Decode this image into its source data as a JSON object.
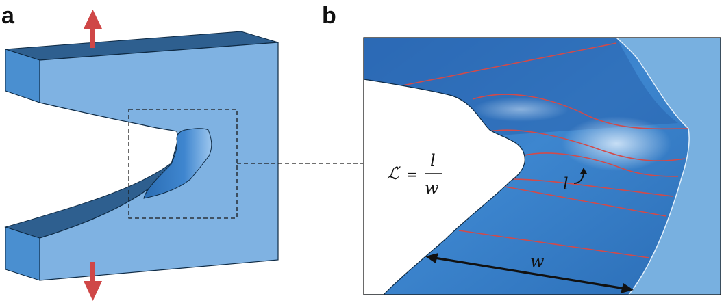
{
  "panels": {
    "a": {
      "label": "a"
    },
    "b": {
      "label": "b",
      "formula": {
        "lhs": "ℒ̃",
        "eq": "=",
        "numerator": "l",
        "denominator": "w"
      },
      "length_label": "l",
      "width_label": "w"
    }
  },
  "colors": {
    "face_light": "#7fb2e2",
    "face_mid": "#4a8fd0",
    "face_dark": "#245f9c",
    "top_dark": "#2e5f8f",
    "arrow": "#cf4747",
    "contour": "#d24a4a",
    "outline": "#0e2a44"
  },
  "icons": [
    "up-arrow-icon",
    "down-arrow-icon",
    "double-headed-arrow-icon",
    "curved-arrow-icon"
  ]
}
